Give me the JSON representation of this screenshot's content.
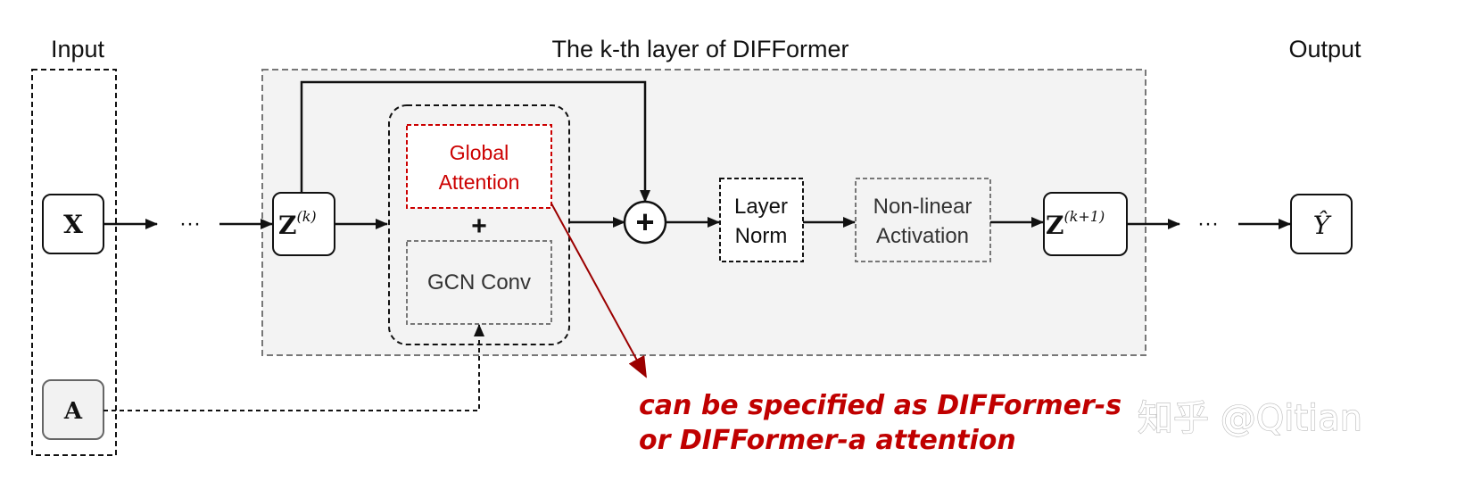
{
  "headings": {
    "input": "Input",
    "layer_title": "The k-th layer of DIFFormer",
    "output": "Output"
  },
  "nodes": {
    "x": "X",
    "a": "A",
    "z_k_base": "Z",
    "z_k_sup": "(k)",
    "global_attention_line1": "Global",
    "global_attention_line2": "Attention",
    "plus": "+",
    "gcn_conv": "GCN Conv",
    "add_symbol": "+",
    "layer_norm_line1": "Layer",
    "layer_norm_line2": "Norm",
    "nonlinear_line1": "Non-linear",
    "nonlinear_line2": "Activation",
    "z_k1_base": "Z",
    "z_k1_sup": "(k+1)",
    "y_hat": "Ŷ",
    "ellipsis_left": "···",
    "ellipsis_right": "···"
  },
  "annotation": {
    "line1": "can be specified as DIFFormer-s",
    "line2": "or DIFFormer-a attention"
  },
  "watermark": "知乎 @Qitian",
  "colors": {
    "accent_red": "#cc0000",
    "annotation_red": "#c00000",
    "dark_red_arrow": "#8b0000",
    "layer_bg": "#f3f3f3",
    "a_node_bg": "#f2f2f2",
    "watermark": "#bbbbbb"
  }
}
